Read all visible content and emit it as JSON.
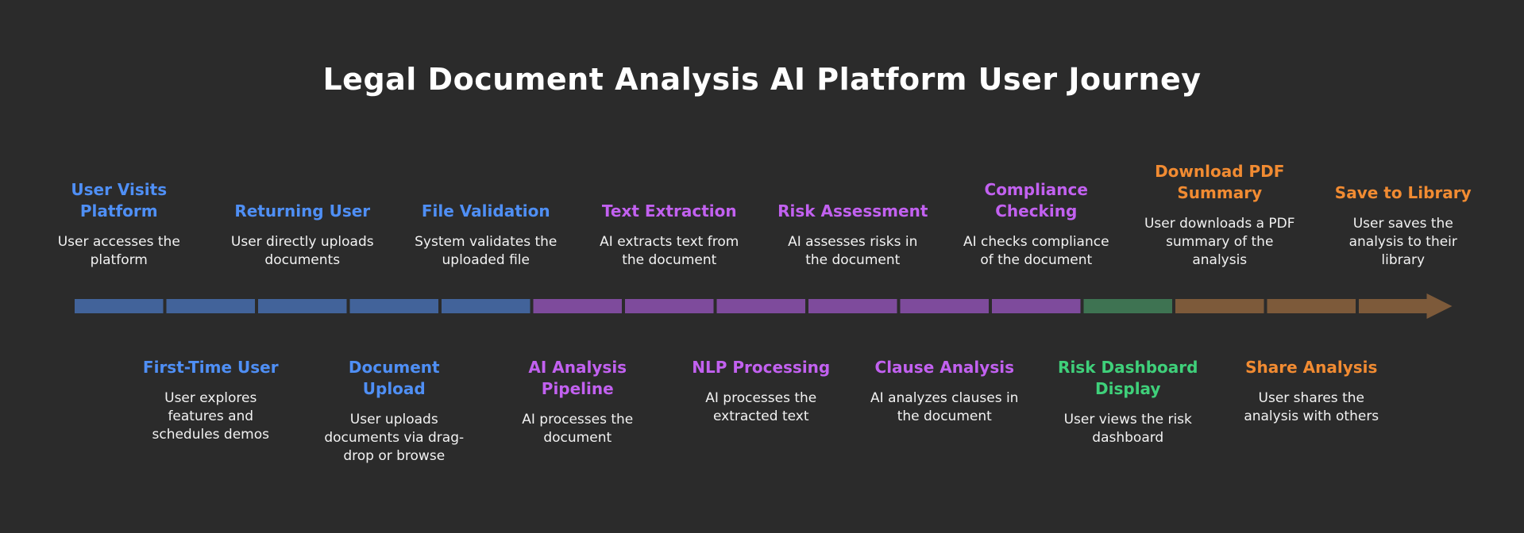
{
  "title": "Legal Document Analysis AI Platform User Journey",
  "colors": {
    "blue": "#4f8ff5",
    "purple": "#c261f0",
    "green": "#3fd07a",
    "orange": "#f18b32",
    "bar_blue": "#42639a",
    "bar_purple": "#7e4b9c",
    "bar_green": "#3e7352",
    "bar_orange": "#7d5a3a"
  },
  "bar_segments": [
    "blue",
    "blue",
    "blue",
    "blue",
    "blue",
    "purple",
    "purple",
    "purple",
    "purple",
    "purple",
    "purple",
    "green",
    "orange",
    "orange",
    "orange"
  ],
  "steps": [
    {
      "title": "User Visits Platform",
      "desc": "User accesses the platform",
      "color": "blue",
      "pos": "top"
    },
    {
      "title": "First-Time User",
      "desc": "User explores features and schedules demos",
      "color": "blue",
      "pos": "bottom"
    },
    {
      "title": "Returning User",
      "desc": "User directly uploads documents",
      "color": "blue",
      "pos": "top"
    },
    {
      "title": "Document Upload",
      "desc": "User uploads documents via drag-drop or browse",
      "color": "blue",
      "pos": "bottom"
    },
    {
      "title": "File Validation",
      "desc": "System validates the uploaded file",
      "color": "blue",
      "pos": "top"
    },
    {
      "title": "AI Analysis Pipeline",
      "desc": "AI processes the document",
      "color": "purple",
      "pos": "bottom"
    },
    {
      "title": "Text Extraction",
      "desc": "AI extracts text from the document",
      "color": "purple",
      "pos": "top"
    },
    {
      "title": "NLP Processing",
      "desc": "AI processes the extracted text",
      "color": "purple",
      "pos": "bottom"
    },
    {
      "title": "Risk Assessment",
      "desc": "AI assesses risks in the document",
      "color": "purple",
      "pos": "top"
    },
    {
      "title": "Clause Analysis",
      "desc": "AI analyzes clauses in the document",
      "color": "purple",
      "pos": "bottom"
    },
    {
      "title": "Compliance Checking",
      "desc": "AI checks compliance of the document",
      "color": "purple",
      "pos": "top"
    },
    {
      "title": "Risk Dashboard Display",
      "desc": "User views the risk dashboard",
      "color": "green",
      "pos": "bottom"
    },
    {
      "title": "Download PDF Summary",
      "desc": "User downloads a PDF summary of the analysis",
      "color": "orange",
      "pos": "top"
    },
    {
      "title": "Share Analysis",
      "desc": "User shares the analysis with others",
      "color": "orange",
      "pos": "bottom"
    },
    {
      "title": "Save to Library",
      "desc": "User saves the analysis to their library",
      "color": "orange",
      "pos": "top"
    }
  ]
}
